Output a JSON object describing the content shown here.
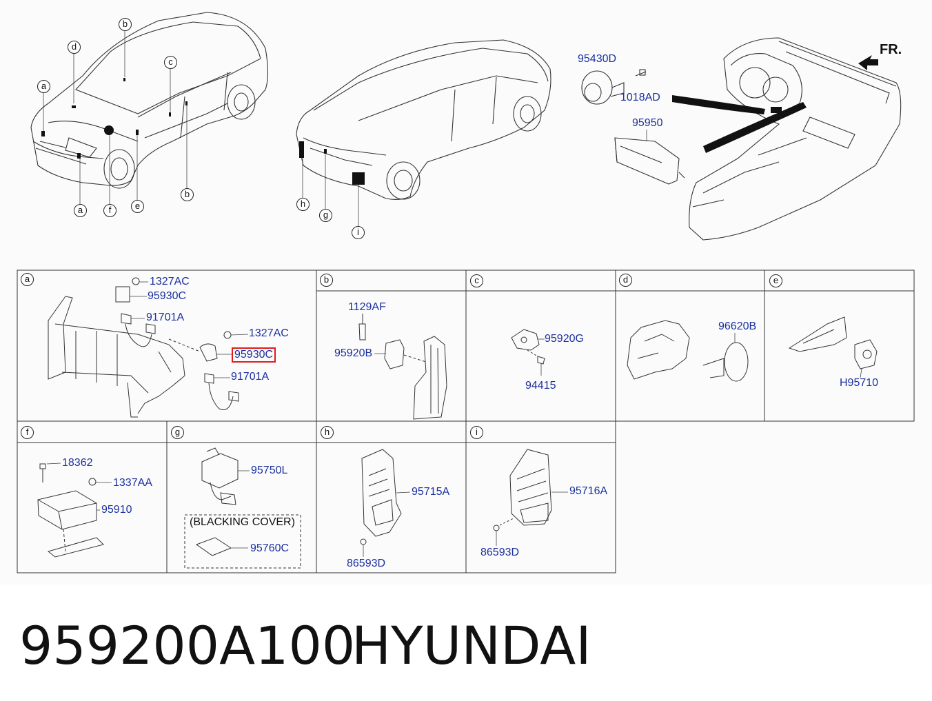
{
  "diagram": {
    "orientation_label": "FR.",
    "overview_callouts": [
      "a",
      "b",
      "c",
      "d",
      "e",
      "f",
      "g",
      "h",
      "i"
    ],
    "overview_parts": {
      "horn": "95430D",
      "bolt": "1018AD",
      "unit": "95950"
    },
    "panels": {
      "a": {
        "letter": "a",
        "parts": [
          "1327AC",
          "95930C",
          "91701A",
          "1327AC",
          "95930C",
          "91701A"
        ],
        "highlighted": "95930C"
      },
      "b": {
        "letter": "b",
        "parts": [
          "1129AF",
          "95920B"
        ]
      },
      "c": {
        "letter": "c",
        "parts": [
          "95920G",
          "94415"
        ]
      },
      "d": {
        "letter": "d",
        "parts": [
          "96620B"
        ]
      },
      "e": {
        "letter": "e",
        "parts": [
          "H95710"
        ]
      },
      "f": {
        "letter": "f",
        "parts": [
          "18362",
          "1337AA",
          "95910"
        ]
      },
      "g": {
        "letter": "g",
        "parts": [
          "95750L",
          "(BLACKING COVER)",
          "95760C"
        ]
      },
      "h": {
        "letter": "h",
        "parts": [
          "95715A",
          "86593D"
        ]
      },
      "i": {
        "letter": "i",
        "parts": [
          "95716A",
          "86593D"
        ]
      }
    }
  },
  "footer": {
    "part_number": "959200A100",
    "brand": "HYUNDAI"
  },
  "colors": {
    "part_label": "#1a2fa0",
    "highlight": "#e01b1b",
    "line": "#333333"
  }
}
